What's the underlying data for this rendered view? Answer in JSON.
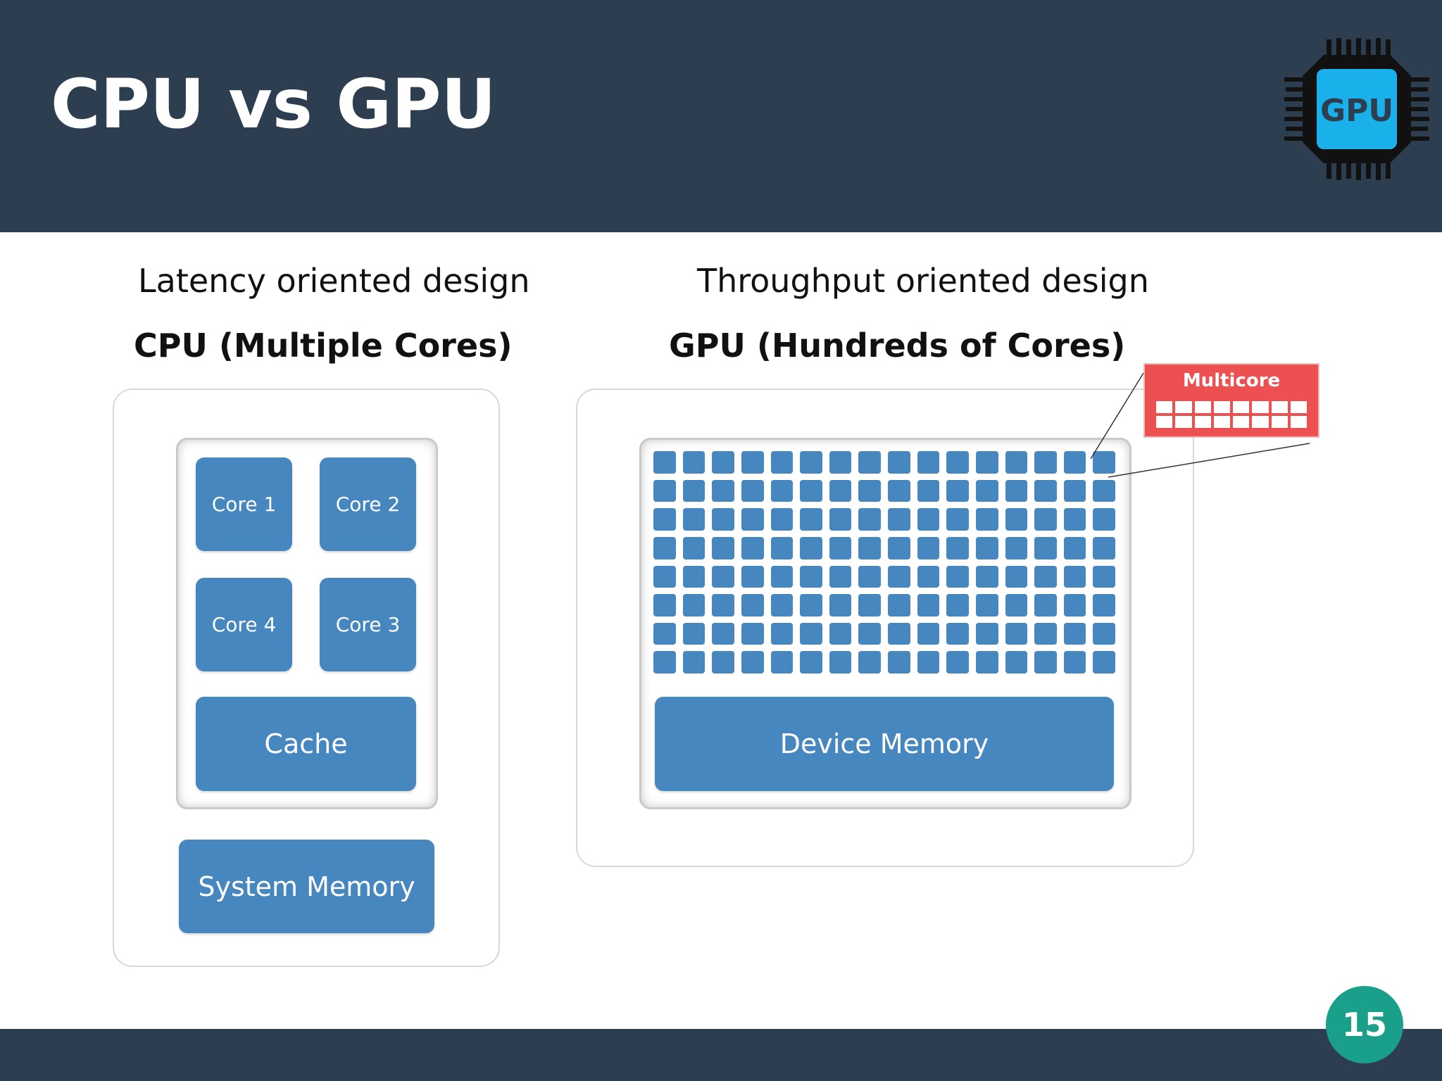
{
  "slide": {
    "title": "CPU vs GPU",
    "page_number": "15",
    "logo_text": "GPU"
  },
  "cpu": {
    "caption": "Latency oriented design",
    "heading": "CPU (Multiple Cores)",
    "cores": [
      "Core 1",
      "Core 2",
      "Core 4",
      "Core 3"
    ],
    "cache_label": "Cache",
    "memory_label": "System Memory"
  },
  "gpu": {
    "caption": "Throughput oriented design",
    "heading": "GPU (Hundreds of  Cores)",
    "memory_label": "Device Memory",
    "core_grid": {
      "columns": 16,
      "rows": 8
    },
    "callout": {
      "label": "Multicore",
      "grid": {
        "columns": 8,
        "rows": 2
      }
    }
  },
  "colors": {
    "header_bg": "#2c3e50",
    "block_blue": "#4787c0",
    "badge_teal": "#1aa08a",
    "callout_red": "#ec5050",
    "logo_cyan": "#1ab0ea"
  }
}
